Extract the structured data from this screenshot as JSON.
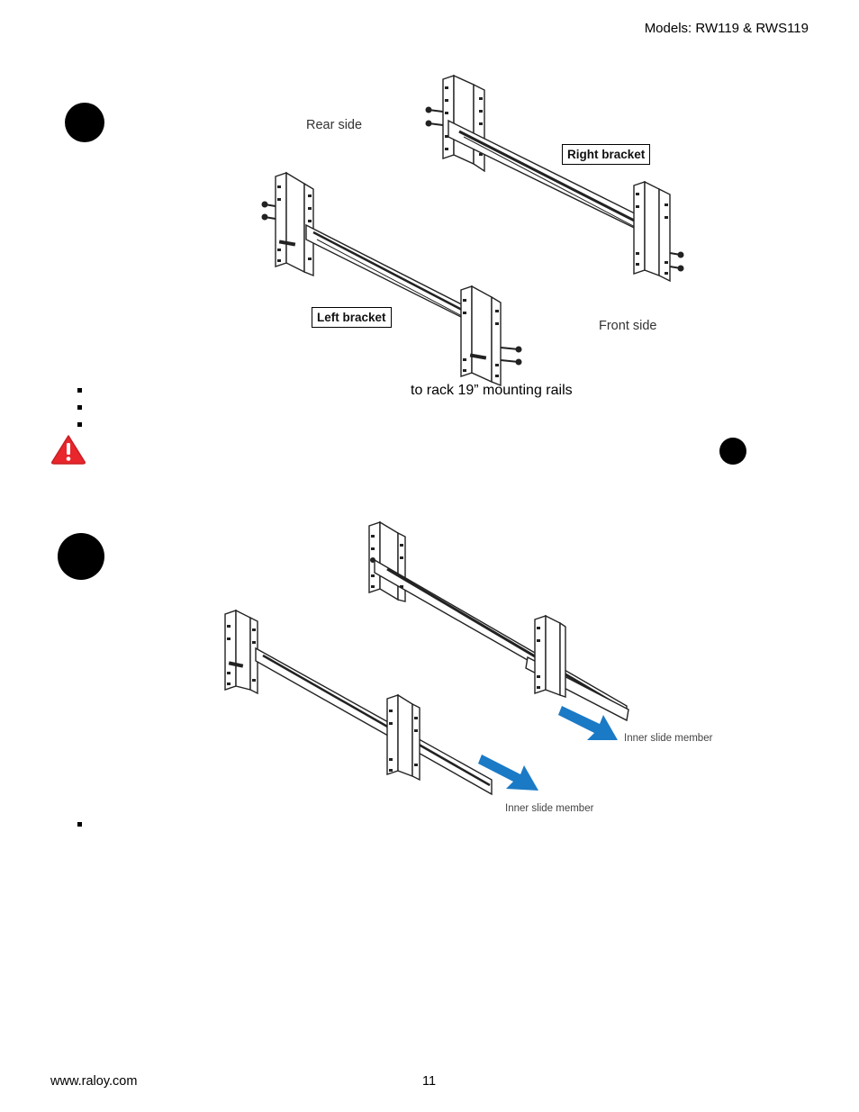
{
  "header": {
    "models": "Models: RW119 & RWS119"
  },
  "figure1": {
    "rear_label": "Rear side",
    "front_label": "Front side",
    "right_bracket_label": "Right bracket",
    "left_bracket_label": "Left bracket"
  },
  "instruction": {
    "rack_text": "to rack 19” mounting rails"
  },
  "warning": {
    "icon": "warning-triangle-icon",
    "color": "#e8262c"
  },
  "figure2": {
    "inner_slide_label_right": "Inner slide member",
    "inner_slide_label_left": "Inner slide member",
    "arrow_color": "#1a7ac6"
  },
  "footer": {
    "website": "www.raloy.com",
    "page_number": "11"
  }
}
